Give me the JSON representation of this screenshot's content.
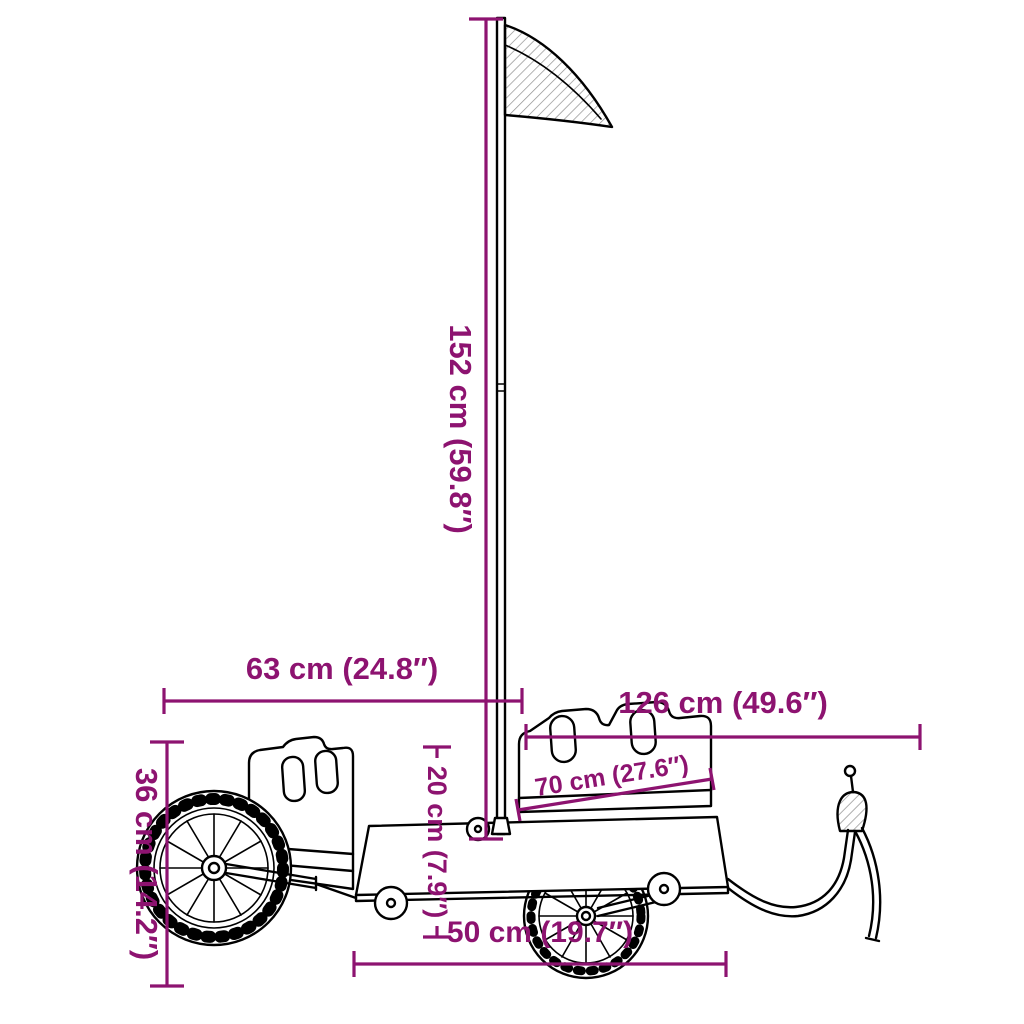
{
  "page": {
    "background": "#ffffff"
  },
  "diagram": {
    "kind": "product-dimension-line-drawing",
    "subject": "bicycle-cargo-trailer-with-safety-flag",
    "colors": {
      "dimension": "#8d1370",
      "line_art": "#000000",
      "background": "#ffffff"
    },
    "dims": {
      "pole_height": "152 cm (59.8″)",
      "front_width": "63 cm (24.8″)",
      "rear_length": "126 cm (49.6″)",
      "wheel_height": "36 cm (14.2″)",
      "wall_height": "20 cm (7.9″)",
      "inner_width": "70 cm (27.6″)",
      "bed_length": "50 cm (19.7″)"
    }
  }
}
